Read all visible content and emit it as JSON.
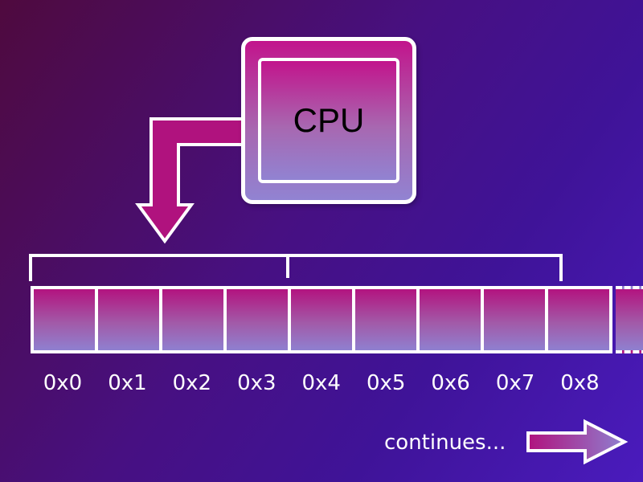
{
  "cpu": {
    "label": "CPU"
  },
  "memory": {
    "cell_labels": [
      "0x0",
      "0x1",
      "0x2",
      "0x3",
      "0x4",
      "0x5",
      "0x6",
      "0x7",
      "0x8"
    ],
    "continues_label": "continues..."
  },
  "colors": {
    "background_top_left": "#4f0a3e",
    "background_bottom_right": "#4a1bbd",
    "shape_gradient_top": "#b3137f",
    "shape_gradient_bottom": "#8f80d0",
    "arrow_fill": "#b0127e",
    "outline": "#ffffff",
    "cpu_text": "#000000",
    "label_text": "#ffffff"
  }
}
